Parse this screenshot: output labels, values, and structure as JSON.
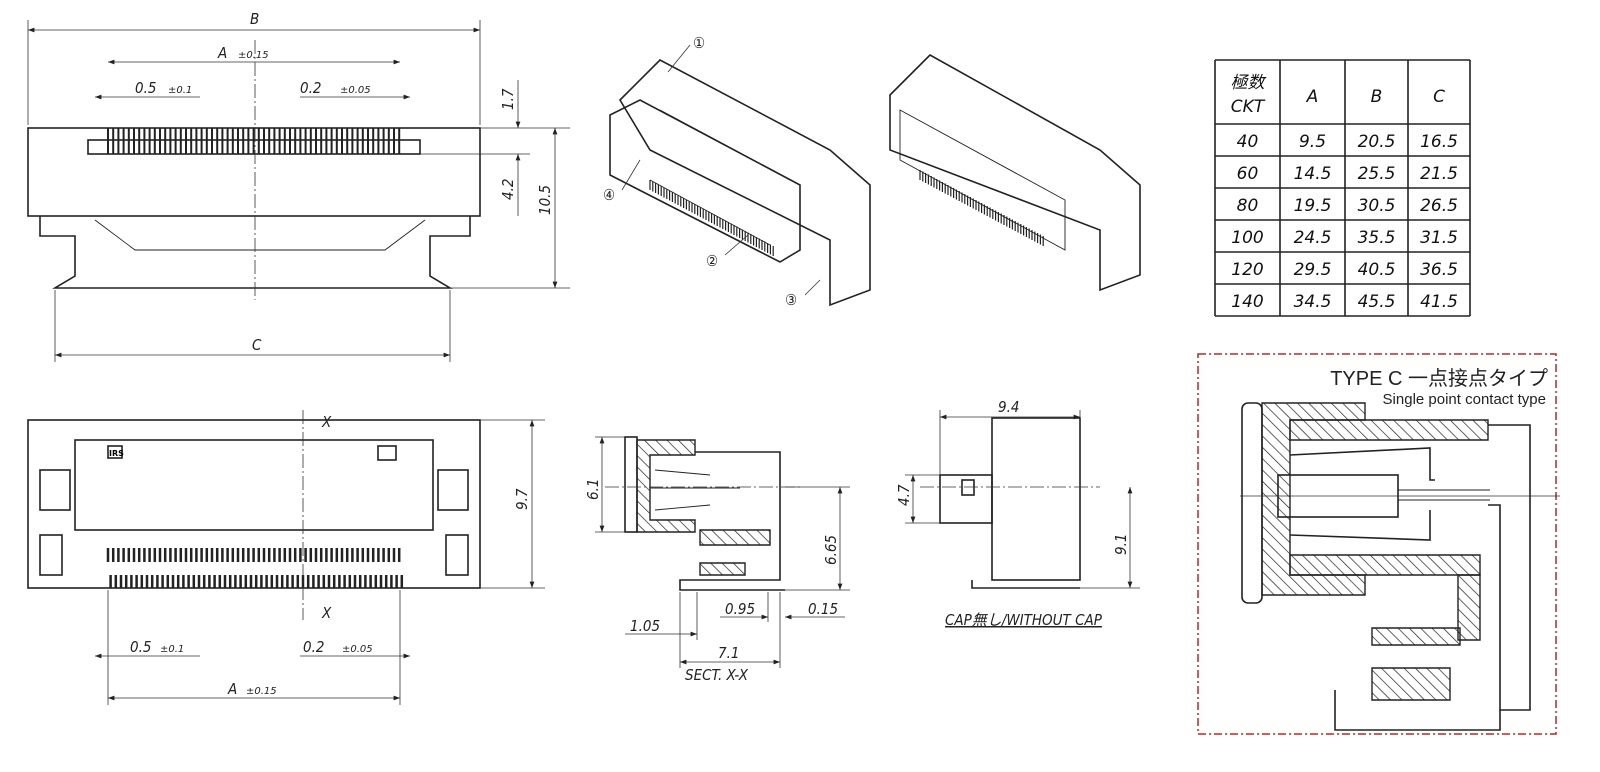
{
  "top_view": {
    "dim_b": "B",
    "dim_a": "A",
    "dim_a_tol": "±0.15",
    "pitch_left": "0.5",
    "pitch_left_tol": "±0.1",
    "pitch_right": "0.2",
    "pitch_right_tol": "±0.05",
    "dim_1_7": "1.7",
    "dim_4_2": "4.2",
    "dim_10_5": "10.5",
    "dim_c": "C"
  },
  "iso_view": {
    "callouts": [
      "①",
      "②",
      "③",
      "④"
    ]
  },
  "bottom_view": {
    "section_mark_top": "X",
    "section_mark_bottom": "X",
    "logo": "IRS",
    "dim_9_7": "9.7",
    "pitch_left": "0.5",
    "pitch_left_tol": "±0.1",
    "pitch_right": "0.2",
    "pitch_right_tol": "±0.05",
    "dim_a": "A",
    "dim_a_tol": "±0.15"
  },
  "section_view": {
    "dim_6_1": "6.1",
    "dim_6_65": "6.65",
    "dim_1_05": "1.05",
    "dim_0_95": "0.95",
    "dim_0_15": "0.15",
    "dim_7_1": "7.1",
    "caption": "SECT. X-X"
  },
  "cap_view": {
    "dim_9_4": "9.4",
    "dim_4_7": "4.7",
    "dim_9_1": "9.1",
    "caption": "CAP無し/WITHOUT CAP"
  },
  "table": {
    "headers": [
      "極数",
      "CKT",
      "A",
      "B",
      "C"
    ],
    "rows": [
      [
        "40",
        "9.5",
        "20.5",
        "16.5"
      ],
      [
        "60",
        "14.5",
        "25.5",
        "21.5"
      ],
      [
        "80",
        "19.5",
        "30.5",
        "26.5"
      ],
      [
        "100",
        "24.5",
        "35.5",
        "31.5"
      ],
      [
        "120",
        "29.5",
        "40.5",
        "36.5"
      ],
      [
        "140",
        "34.5",
        "45.5",
        "41.5"
      ]
    ]
  },
  "detail": {
    "title": "TYPE C 一点接点タイプ",
    "subtitle": "Single point contact type",
    "border_color": "#b22a2a"
  }
}
